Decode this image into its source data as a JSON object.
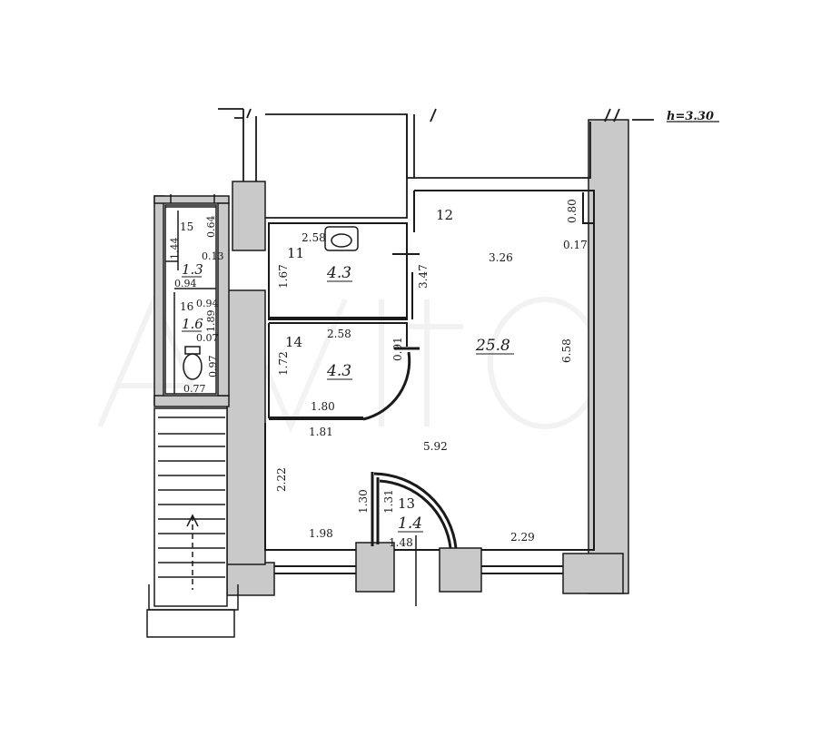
{
  "height_label": "h=3.30",
  "rooms": [
    {
      "number": "11",
      "area": "4.3"
    },
    {
      "number": "12",
      "area": "25.8"
    },
    {
      "number": "13",
      "area": "1.4"
    },
    {
      "number": "14",
      "area": "4.3"
    },
    {
      "number": "15",
      "area": "1.3"
    },
    {
      "number": "16",
      "area": "1.6"
    }
  ],
  "dimensions": {
    "r11_width": "2.58",
    "r11_height": "1.67",
    "r11_right": "3.47",
    "r12_top": "3.26",
    "r12_niche_h": "0.80",
    "r12_niche_w": "0.17",
    "r12_right": "6.58",
    "r12_mid": "5.92",
    "r14_width": "2.58",
    "r14_height": "1.72",
    "r14_bottom": "1.80",
    "r14_door": "0.91",
    "hall_top": "1.81",
    "hall_left": "2.22",
    "hall_bottom_left": "1.98",
    "hall_bottom_right": "2.29",
    "r13_left": "1.30",
    "r13_inner": "1.31",
    "r13_bottom": "1.48",
    "r15_side": "1.44",
    "r15_top": "0.64",
    "r15_mid": "0.13",
    "r15_bottom": "0.94",
    "r16_top": "0.94",
    "r16_side": "1.89",
    "r16_mid": "0.07",
    "r16_wc": "0.97",
    "r16_bottom": "0.77"
  },
  "colors": {
    "wall_fill": "#c9c9c9",
    "line": "#1a1a1a",
    "background": "#ffffff"
  }
}
